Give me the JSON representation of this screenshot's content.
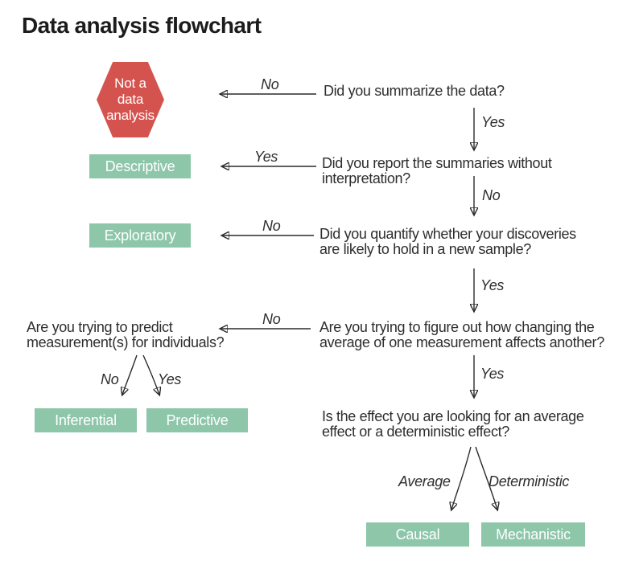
{
  "title": "Data analysis flowchart",
  "palette": {
    "terminal_bg": "#8dc6a9",
    "terminal_text": "#ffffff",
    "stop_bg": "#d5534e",
    "stop_text": "#ffffff",
    "question_text": "#2e2e2e",
    "arrow": "#2b2b2b",
    "background": "#ffffff"
  },
  "stop_node": {
    "line1": "Not a",
    "line2": "data",
    "line3": "analysis"
  },
  "questions": {
    "summarize": {
      "line1": "Did you summarize the data?"
    },
    "report": {
      "line1": "Did you report the summaries without",
      "line2": "interpretation?"
    },
    "quantify": {
      "line1": "Did you quantify whether your discoveries",
      "line2": "are likely to hold in a new sample?"
    },
    "average_change": {
      "line1": "Are you trying to figure out how changing the",
      "line2": "average of one measurement affects another?"
    },
    "predict": {
      "line1": "Are you trying to predict",
      "line2": "measurement(s) for individuals?"
    },
    "effect_type": {
      "line1": "Is the effect you are looking for an average",
      "line2": "effect or a deterministic effect?"
    }
  },
  "terminals": {
    "descriptive": "Descriptive",
    "exploratory": "Exploratory",
    "inferential": "Inferential",
    "predictive": "Predictive",
    "causal": "Causal",
    "mechanistic": "Mechanistic"
  },
  "edge_labels": {
    "summarize_no": "No",
    "summarize_yes": "Yes",
    "report_yes": "Yes",
    "report_no": "No",
    "quantify_no": "No",
    "quantify_yes": "Yes",
    "average_change_no": "No",
    "average_change_yes": "Yes",
    "predict_no": "No",
    "predict_yes": "Yes",
    "effect_average": "Average",
    "effect_deterministic": "Deterministic"
  }
}
